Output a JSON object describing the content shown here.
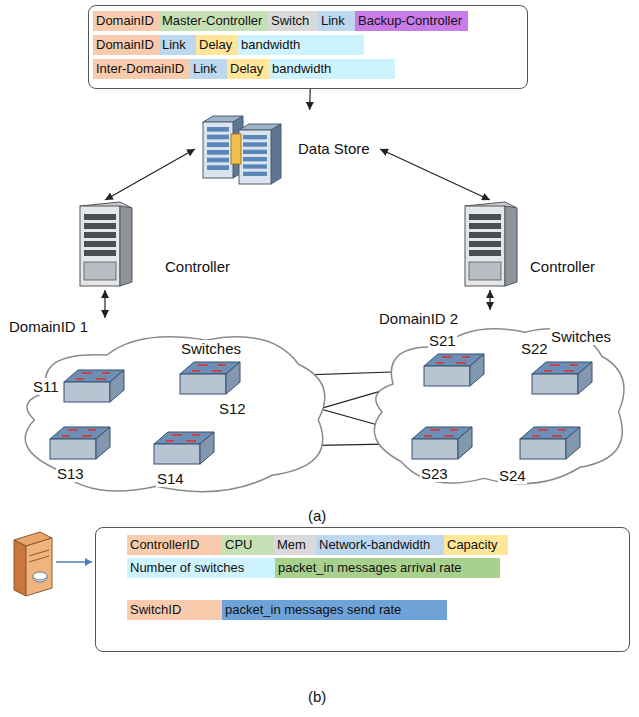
{
  "diagram": {
    "nodes": [
      {
        "text": []
      },
      {
        "text": [
          "DomainID"
        ],
        "in": 0
      },
      {
        "text": [
          "Master-Controller"
        ],
        "in": 0
      },
      {
        "text": [
          "Switch"
        ],
        "in": 0
      },
      {
        "text": [
          "Link"
        ],
        "in": 0
      },
      {
        "text": [
          "Backup-Controller"
        ],
        "in": 0
      },
      {
        "text": [
          "DomainID"
        ],
        "in": 0
      },
      {
        "text": [
          "Link"
        ],
        "in": 0
      },
      {
        "text": [
          "Delay"
        ],
        "in": 0
      },
      {
        "text": [
          "bandwidth"
        ],
        "in": 0
      },
      {
        "text": [
          "Inter-DomainID"
        ],
        "in": 0
      },
      {
        "text": [
          "Link"
        ],
        "in": 0
      },
      {
        "text": [
          "Delay"
        ],
        "in": 0
      },
      {
        "text": [
          "bandwidth"
        ],
        "in": 0
      },
      {
        "text": [
          "Data Store"
        ]
      },
      {
        "text": [
          "Controller"
        ]
      },
      {
        "text": [
          "Controller"
        ]
      },
      {
        "text": [
          "DomainID 1",
          "Switches"
        ]
      },
      {
        "text": [
          "S11"
        ],
        "in": 17
      },
      {
        "text": [
          "S12"
        ],
        "in": 17
      },
      {
        "text": [
          "S13"
        ],
        "in": 17
      },
      {
        "text": [
          "S14"
        ],
        "in": 17
      },
      {
        "text": [
          "DomainID 2",
          "Switches"
        ]
      },
      {
        "text": [
          "S21"
        ],
        "in": 22
      },
      {
        "text": [
          "S22"
        ],
        "in": 22
      },
      {
        "text": [
          "S23"
        ],
        "in": 22
      },
      {
        "text": [
          "S24"
        ],
        "in": 22
      },
      {
        "text": []
      },
      {
        "text": [
          "ControllerID"
        ],
        "in": 27
      },
      {
        "text": [
          "CPU"
        ],
        "in": 27
      },
      {
        "text": [
          "Mem"
        ],
        "in": 27
      },
      {
        "text": [
          "Network-bandwidth"
        ],
        "in": 27
      },
      {
        "text": [
          "Capacity"
        ],
        "in": 27
      },
      {
        "text": [
          "Number of switches"
        ],
        "in": 27
      },
      {
        "text": [
          "packet_in messages arrival rate"
        ],
        "in": 27
      },
      {
        "text": [
          "SwitchID"
        ],
        "in": 27
      },
      {
        "text": [
          "packet_in messages send rate"
        ],
        "in": 27
      }
    ],
    "edges": [
      {
        "from": 0,
        "to": 14,
        "arrow": "to"
      },
      {
        "from": 14,
        "to": 15,
        "arrow": "both"
      },
      {
        "from": 14,
        "to": 16,
        "arrow": "both"
      },
      {
        "from": 15,
        "to": 17,
        "arrow": "both"
      },
      {
        "from": 16,
        "to": 22,
        "arrow": "both"
      },
      {
        "from": 18,
        "to": 19,
        "arrow": "both"
      },
      {
        "from": 18,
        "to": 20,
        "arrow": "both"
      },
      {
        "from": 18,
        "to": 21,
        "arrow": "both"
      },
      {
        "from": 19,
        "to": 21,
        "arrow": "both"
      },
      {
        "from": 20,
        "to": 21,
        "arrow": "both"
      },
      {
        "from": 19,
        "to": 23,
        "arrow": "both"
      },
      {
        "from": 19,
        "to": 25,
        "arrow": "both"
      },
      {
        "from": 21,
        "to": 23,
        "arrow": "both"
      },
      {
        "from": 21,
        "to": 25,
        "arrow": "both"
      },
      {
        "from": 23,
        "to": 24,
        "arrow": "both"
      },
      {
        "from": 23,
        "to": 25,
        "arrow": "both"
      },
      {
        "from": 23,
        "to": 26,
        "arrow": "both"
      },
      {
        "from": 24,
        "to": 25,
        "arrow": "both"
      },
      {
        "from": 24,
        "to": 26,
        "arrow": "both"
      },
      {
        "from": 25,
        "to": 26,
        "arrow": "both"
      }
    ],
    "labels": [
      "(a)",
      "(b)"
    ]
  }
}
